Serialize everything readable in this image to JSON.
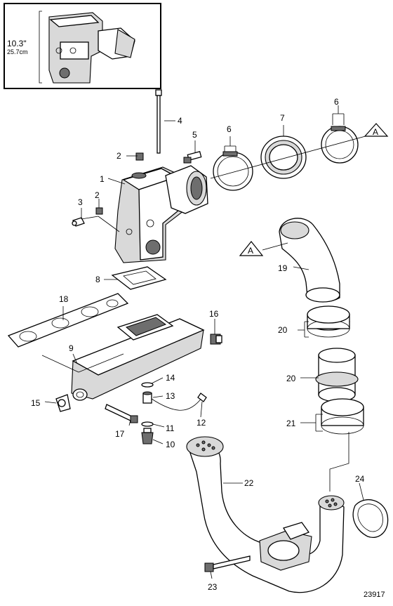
{
  "inset": {
    "dimension_in": "10.3\"",
    "dimension_cm": "25.7cm"
  },
  "callouts": [
    "1",
    "2",
    "2",
    "3",
    "4",
    "5",
    "6",
    "6",
    "7",
    "8",
    "9",
    "10",
    "11",
    "12",
    "13",
    "14",
    "15",
    "16",
    "17",
    "18",
    "19",
    "20",
    "20",
    "21",
    "22",
    "23",
    "24"
  ],
  "markers": [
    "A",
    "A"
  ],
  "figure_number": "23917"
}
